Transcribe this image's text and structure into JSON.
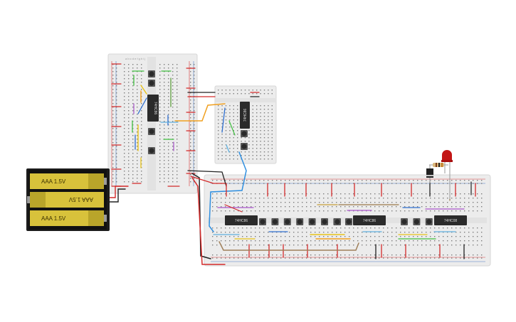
{
  "circuit": {
    "batteries": [
      {
        "label": "AAA 1.5V",
        "orientation": "normal"
      },
      {
        "label": "AAA 1.5V",
        "orientation": "flipped"
      },
      {
        "label": "AAA 1.5V",
        "orientation": "normal"
      }
    ],
    "left_board": {
      "column_letters": "a b c d e   f g h i j",
      "chip_label": "74HC86"
    },
    "middle_board": {
      "chip_label": "74HC86"
    },
    "bottom_board": {
      "chips": [
        "74HC86",
        "74HC86",
        "74HC08"
      ]
    },
    "colors": {
      "board": "#ececec",
      "board_edge": "#d6d6d6",
      "hole": "#7c7c7c",
      "rail_red": "#d93a3a",
      "rail_blue": "#4f7fc8",
      "chip": "#2b2b2b",
      "button_body": "#2a2a2a",
      "battery_case": "#1c1c1c",
      "battery_yellow": "#d8c23b",
      "battery_band": "#b9a52a",
      "led": "#c31616"
    }
  }
}
